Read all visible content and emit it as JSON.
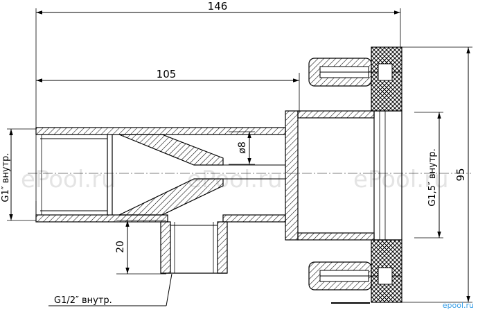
{
  "dimensions": {
    "overall_length": "146",
    "body_length": "105",
    "bore_diameter": "ø8",
    "side_outlet_height": "20",
    "flange_height": "95"
  },
  "thread_labels": {
    "inlet": "G1″ внутр.",
    "outlet_flange": "G1,5″ внутр.",
    "side_outlet": "G1/2″ внутр."
  },
  "watermark": "ePool.ru",
  "brand_corner": "epool.ru"
}
